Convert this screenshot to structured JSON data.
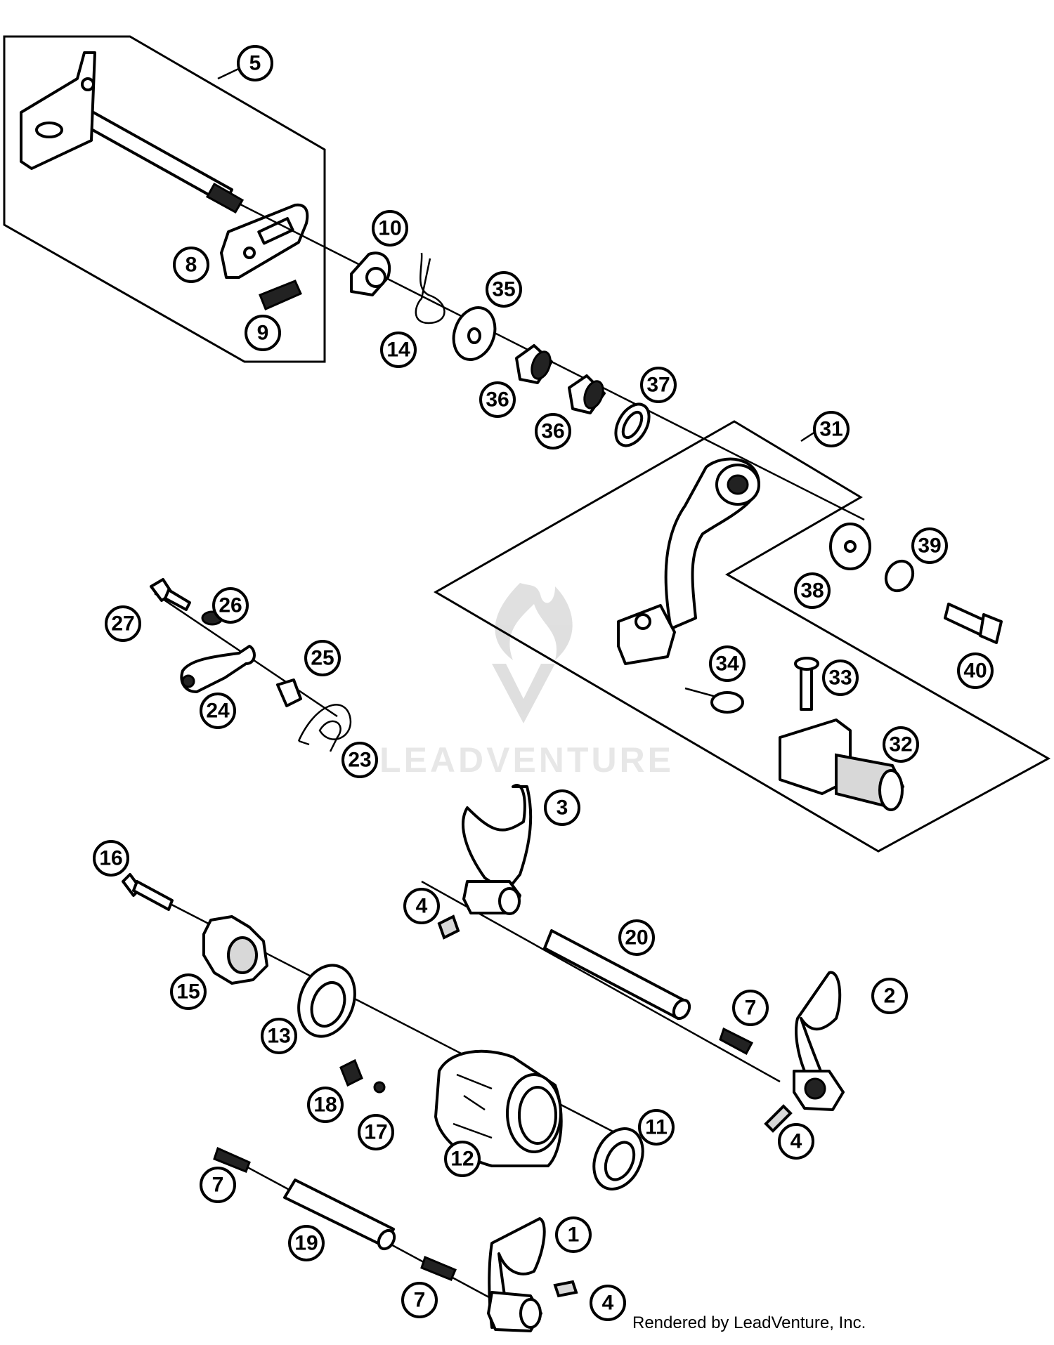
{
  "watermark": {
    "text": "LEADVENTURE"
  },
  "credit": "Rendered by LeadVenture, Inc.",
  "callouts": [
    {
      "id": "c1",
      "label": "1"
    },
    {
      "id": "c2",
      "label": "2"
    },
    {
      "id": "c3",
      "label": "3"
    },
    {
      "id": "c4a",
      "label": "4"
    },
    {
      "id": "c4b",
      "label": "4"
    },
    {
      "id": "c4c",
      "label": "4"
    },
    {
      "id": "c5",
      "label": "5"
    },
    {
      "id": "c7a",
      "label": "7"
    },
    {
      "id": "c7b",
      "label": "7"
    },
    {
      "id": "c7c",
      "label": "7"
    },
    {
      "id": "c8",
      "label": "8"
    },
    {
      "id": "c9",
      "label": "9"
    },
    {
      "id": "c10",
      "label": "10"
    },
    {
      "id": "c11",
      "label": "11"
    },
    {
      "id": "c12",
      "label": "12"
    },
    {
      "id": "c13",
      "label": "13"
    },
    {
      "id": "c14",
      "label": "14"
    },
    {
      "id": "c15",
      "label": "15"
    },
    {
      "id": "c16",
      "label": "16"
    },
    {
      "id": "c17",
      "label": "17"
    },
    {
      "id": "c18",
      "label": "18"
    },
    {
      "id": "c19",
      "label": "19"
    },
    {
      "id": "c20",
      "label": "20"
    },
    {
      "id": "c23",
      "label": "23"
    },
    {
      "id": "c24",
      "label": "24"
    },
    {
      "id": "c25",
      "label": "25"
    },
    {
      "id": "c26",
      "label": "26"
    },
    {
      "id": "c27",
      "label": "27"
    },
    {
      "id": "c31",
      "label": "31"
    },
    {
      "id": "c32",
      "label": "32"
    },
    {
      "id": "c33",
      "label": "33"
    },
    {
      "id": "c34",
      "label": "34"
    },
    {
      "id": "c35",
      "label": "35"
    },
    {
      "id": "c36a",
      "label": "36"
    },
    {
      "id": "c36b",
      "label": "36"
    },
    {
      "id": "c37",
      "label": "37"
    },
    {
      "id": "c38",
      "label": "38"
    },
    {
      "id": "c39",
      "label": "39"
    },
    {
      "id": "c40",
      "label": "40"
    }
  ]
}
